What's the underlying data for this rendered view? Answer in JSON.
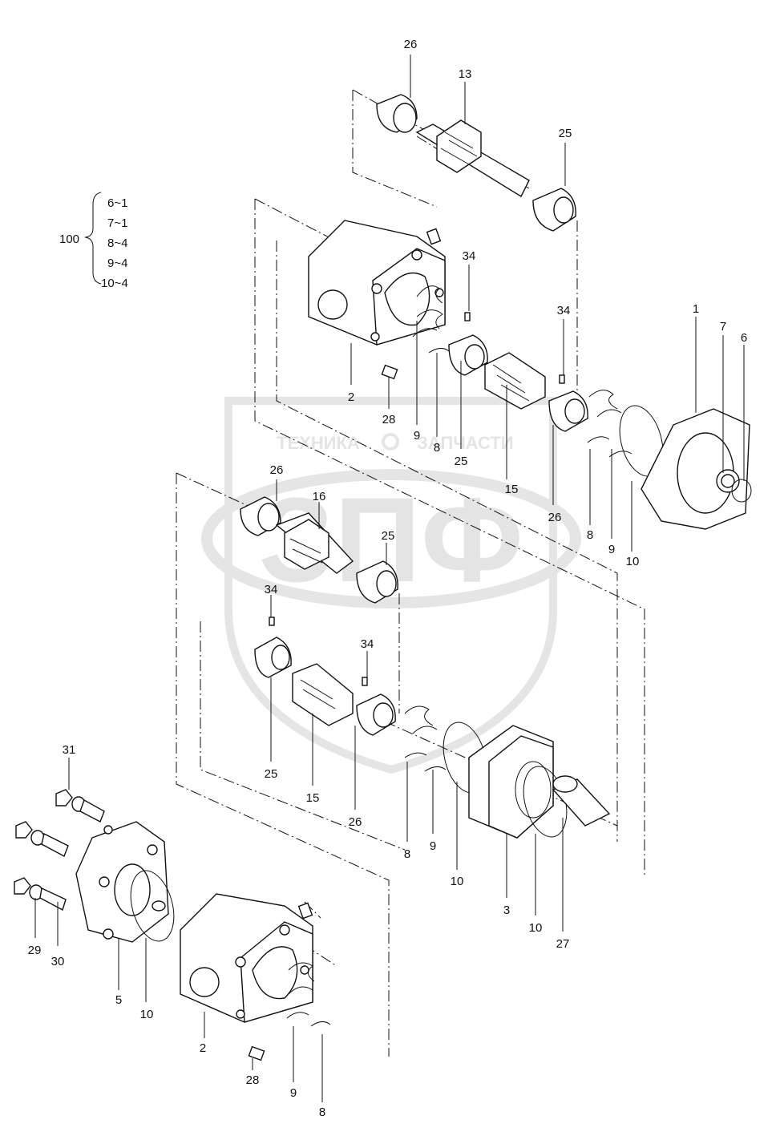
{
  "kit": {
    "number": "100",
    "items": [
      "6~1",
      "7~1",
      "8~4",
      "9~4",
      "10~4"
    ]
  },
  "watermark": {
    "logo": "ЗПФ",
    "left_text": "ТЕХНИКА",
    "right_text": "ЗАПЧАСТИ"
  },
  "labels": {
    "p26a": "26",
    "p13": "13",
    "p25a": "25",
    "p34a": "34",
    "p34b": "34",
    "p1": "1",
    "p7": "7",
    "p6": "6",
    "p2a": "2",
    "p28a": "28",
    "p9a": "9",
    "p8a": "8",
    "p25b": "25",
    "p15a": "15",
    "p26b": "26",
    "p8b": "8",
    "p9b": "9",
    "p10a": "10",
    "p26c": "26",
    "p16": "16",
    "p25c": "25",
    "p34c": "34",
    "p34d": "34",
    "p25d": "25",
    "p15b": "15",
    "p26d": "26",
    "p8c": "8",
    "p9c": "9",
    "p10b": "10",
    "p3": "3",
    "p10c": "10",
    "p27": "27",
    "p31": "31",
    "p29": "29",
    "p30": "30",
    "p5": "5",
    "p10d": "10",
    "p2b": "2",
    "p28b": "28",
    "p9d": "9",
    "p8d": "8"
  }
}
